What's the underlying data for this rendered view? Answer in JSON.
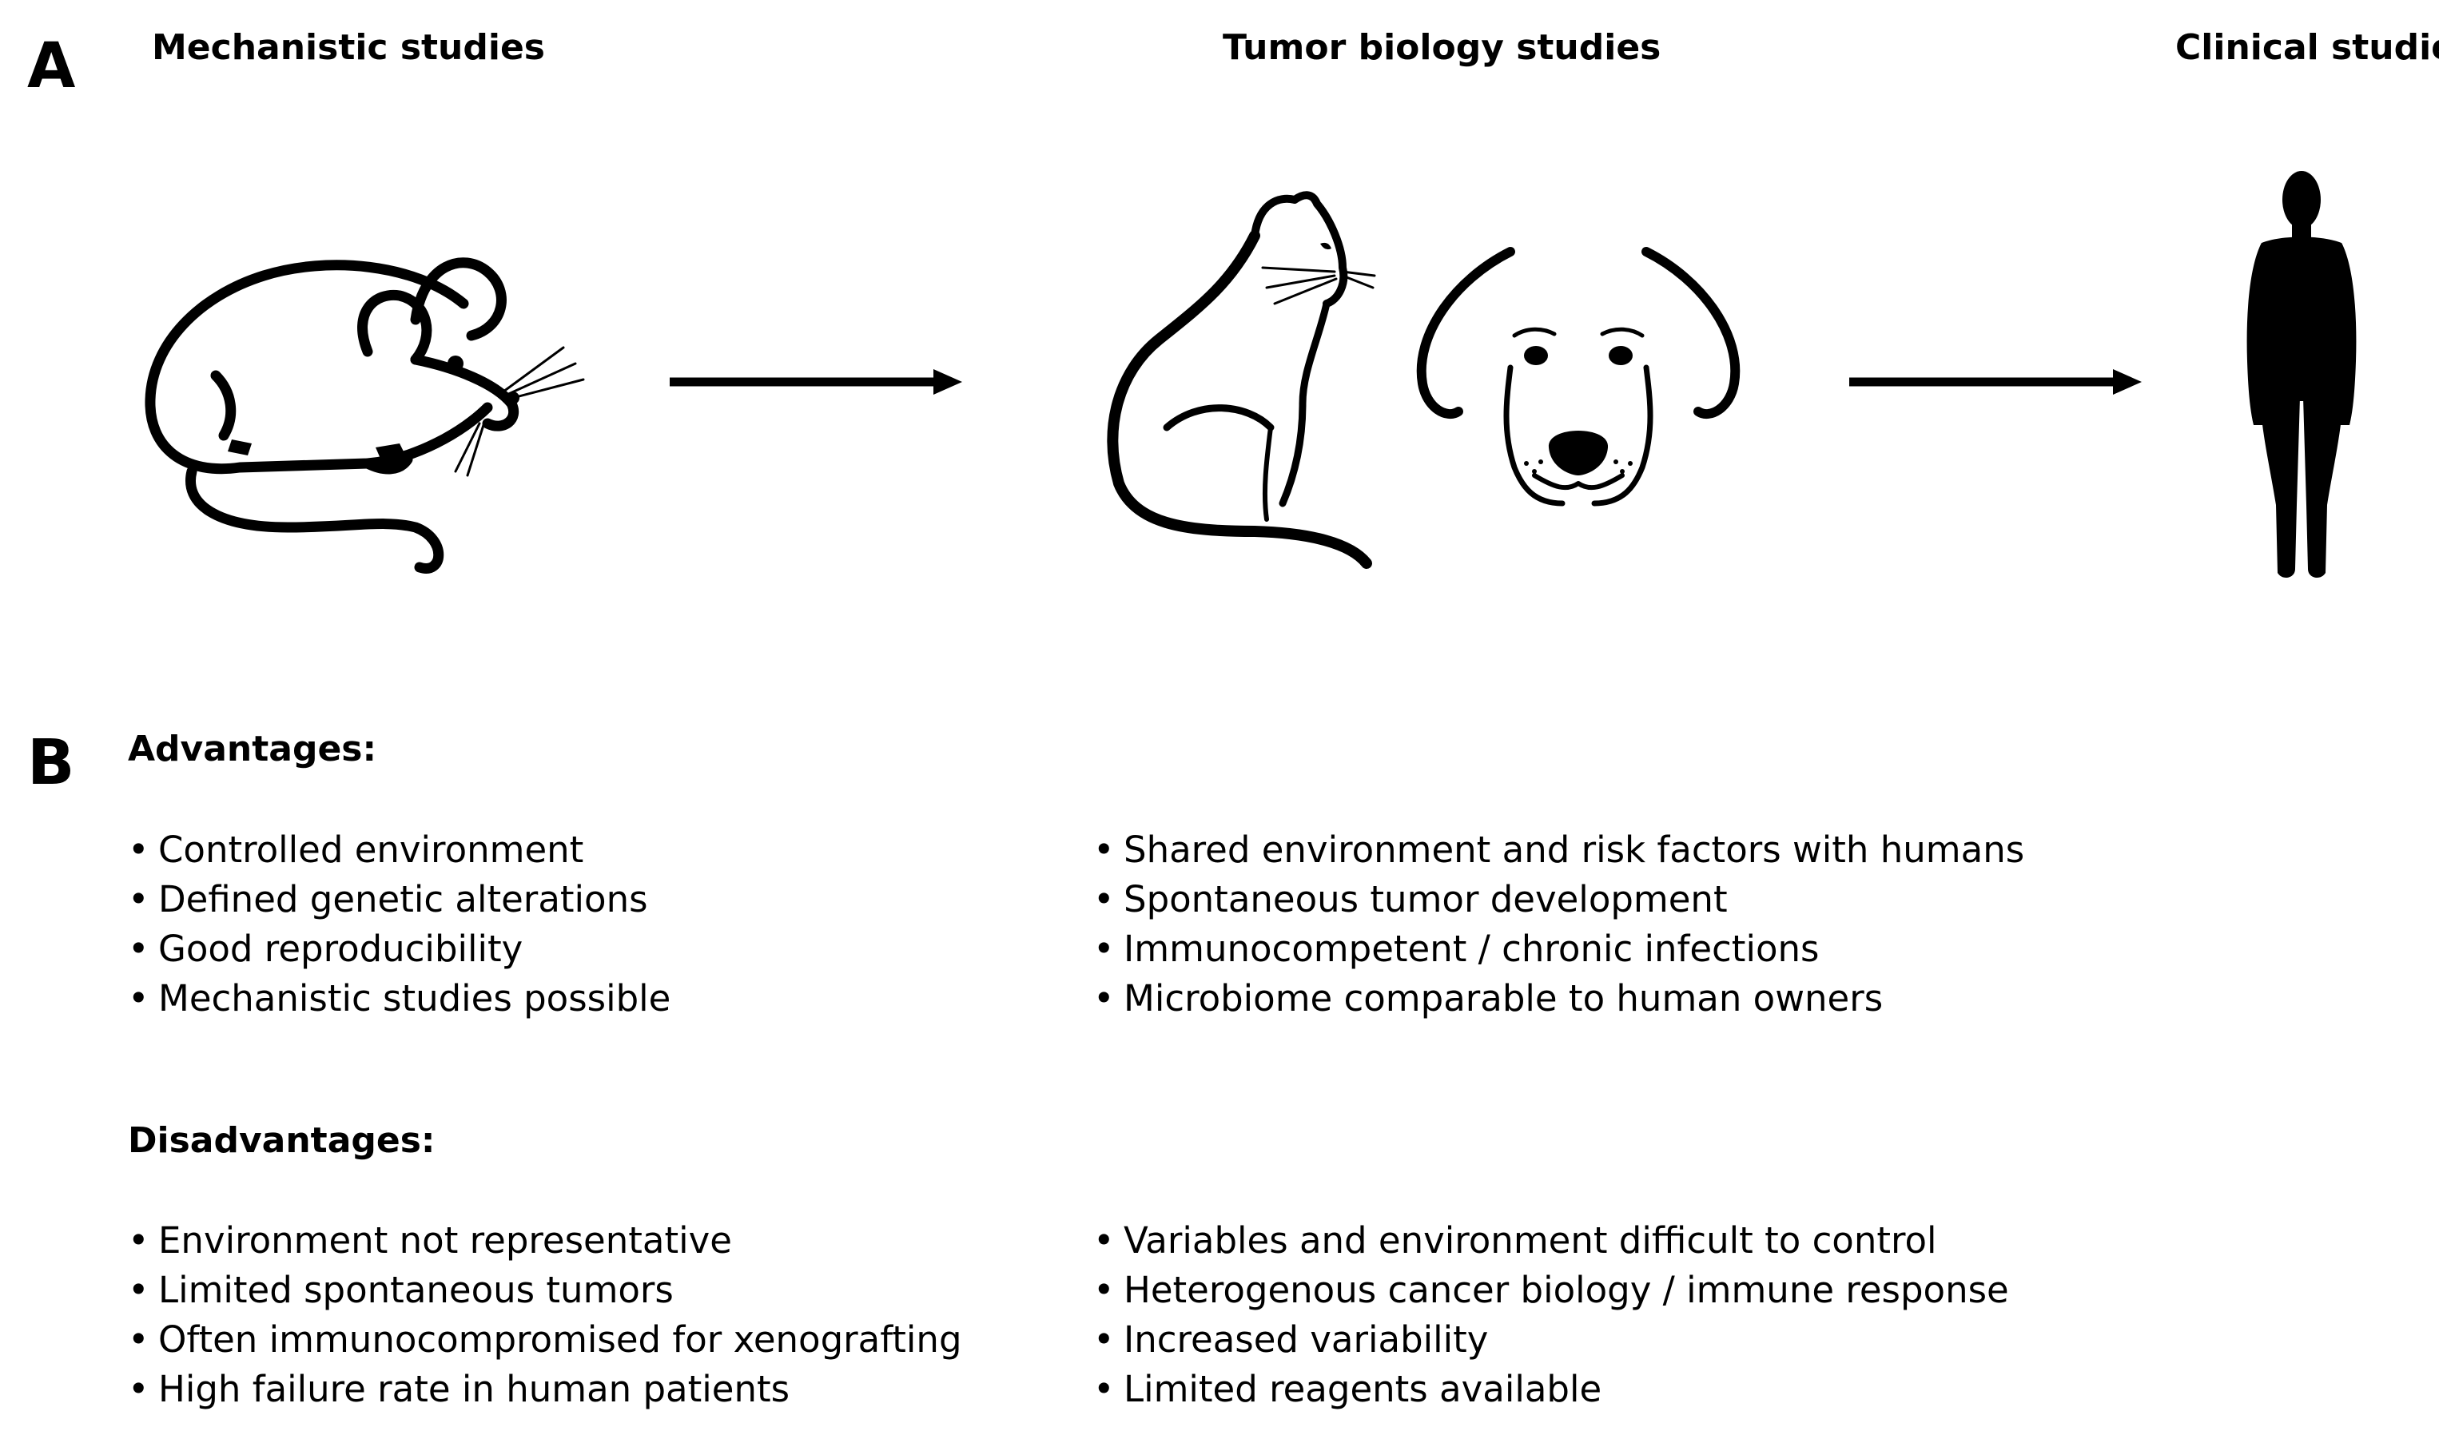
{
  "panel_a": {
    "letter": "A",
    "columns": [
      {
        "title": "Mechanistic studies",
        "icon": "mouse-icon"
      },
      {
        "title": "Tumor biology studies",
        "icon": "cat-and-dog-icon"
      },
      {
        "title": "Clinical studies",
        "icon": "human-silhouette-icon"
      }
    ],
    "arrows": [
      "arrow-right-icon",
      "arrow-right-icon"
    ]
  },
  "panel_b": {
    "letter": "B",
    "advantages": {
      "heading": "Advantages:",
      "left": [
        "Controlled environment",
        "Defined genetic alterations",
        "Good reproducibility",
        "Mechanistic studies possible"
      ],
      "right": [
        "Shared environment and risk factors with humans",
        "Spontaneous tumor development",
        "Immunocompetent / chronic infections",
        "Microbiome comparable to human owners"
      ]
    },
    "disadvantages": {
      "heading": "Disadvantages:",
      "left": [
        "Environment not representative",
        "Limited spontaneous tumors",
        "Often immunocompromised for xenografting",
        "High failure rate in human patients"
      ],
      "right": [
        "Variables and environment difficult to control",
        "Heterogenous cancer biology / immune response",
        "Increased variability",
        "Limited reagents available"
      ]
    }
  }
}
